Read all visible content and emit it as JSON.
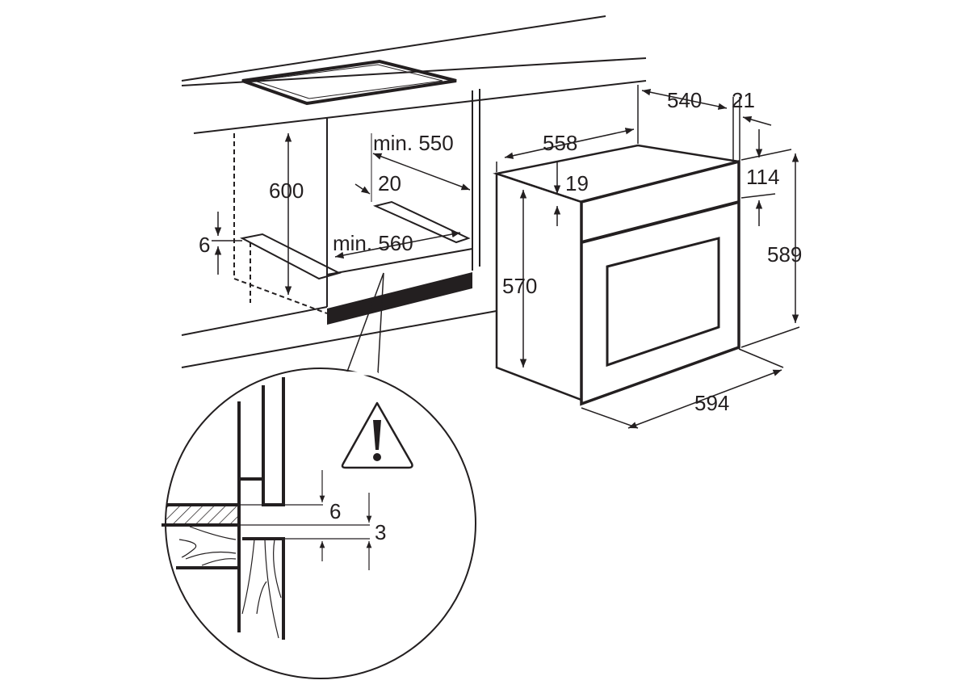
{
  "title": "Built-in oven installation dimensions",
  "colors": {
    "ink": "#231f20",
    "background": "#ffffff"
  },
  "dimensions": {
    "oven_depth_body": "540",
    "front_panel_thickness": "21",
    "oven_body_width": "558",
    "top_offset": "19",
    "control_panel_height": "114",
    "oven_front_height": "589",
    "oven_body_height": "570",
    "oven_front_width": "594",
    "cabinet_height": "600",
    "cabinet_min_depth": "min. 550",
    "rail_offset": "20",
    "rail_height": "6",
    "cabinet_min_width": "min. 560"
  },
  "detail": {
    "gap_top": "6",
    "gap_bottom": "3",
    "warning_icon": "warning-triangle-icon"
  }
}
